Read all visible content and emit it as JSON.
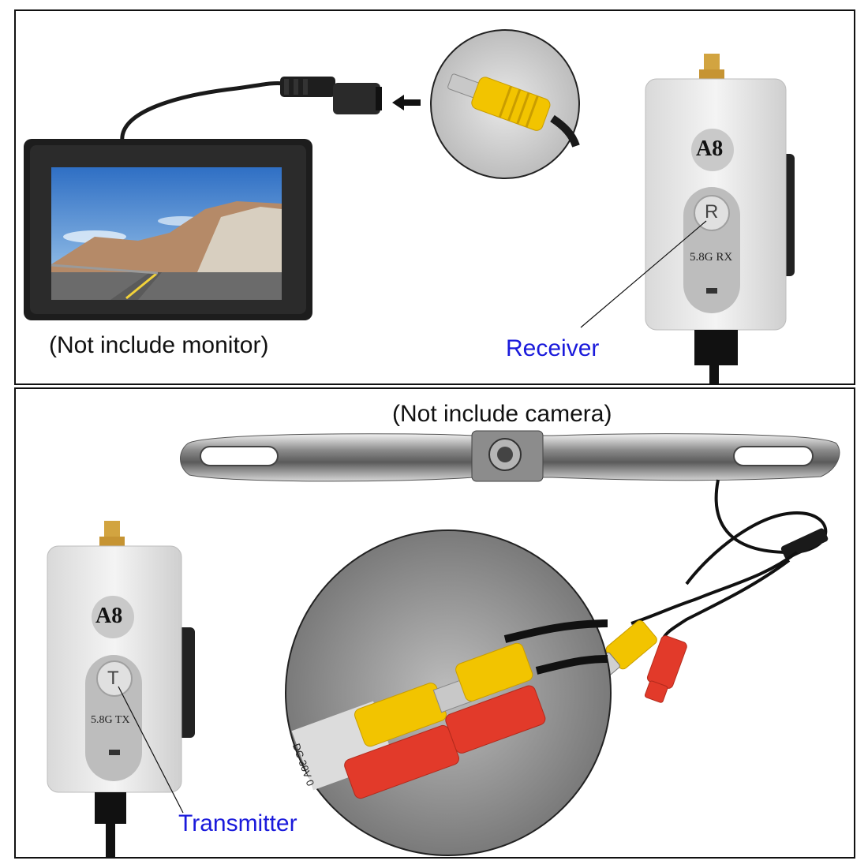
{
  "top_panel": {
    "monitor_caption": "(Not include monitor)",
    "receiver_label": "Receiver",
    "receiver_unit": {
      "model": "A8",
      "badge_letter": "R",
      "band_text": "5.8G RX"
    }
  },
  "bottom_panel": {
    "camera_caption": "(Not include camera)",
    "transmitter_label": "Transmitter",
    "transmitter_unit": {
      "model": "A8",
      "badge_letter": "T",
      "band_text": "5.8G TX"
    },
    "plug_text": "DC 30V 0"
  },
  "colors": {
    "label_blue": "#1a1adb",
    "rca_yellow": "#f2c400",
    "rca_red": "#e23a2a",
    "unit_white": "#ececec",
    "frame_black": "#111111"
  }
}
